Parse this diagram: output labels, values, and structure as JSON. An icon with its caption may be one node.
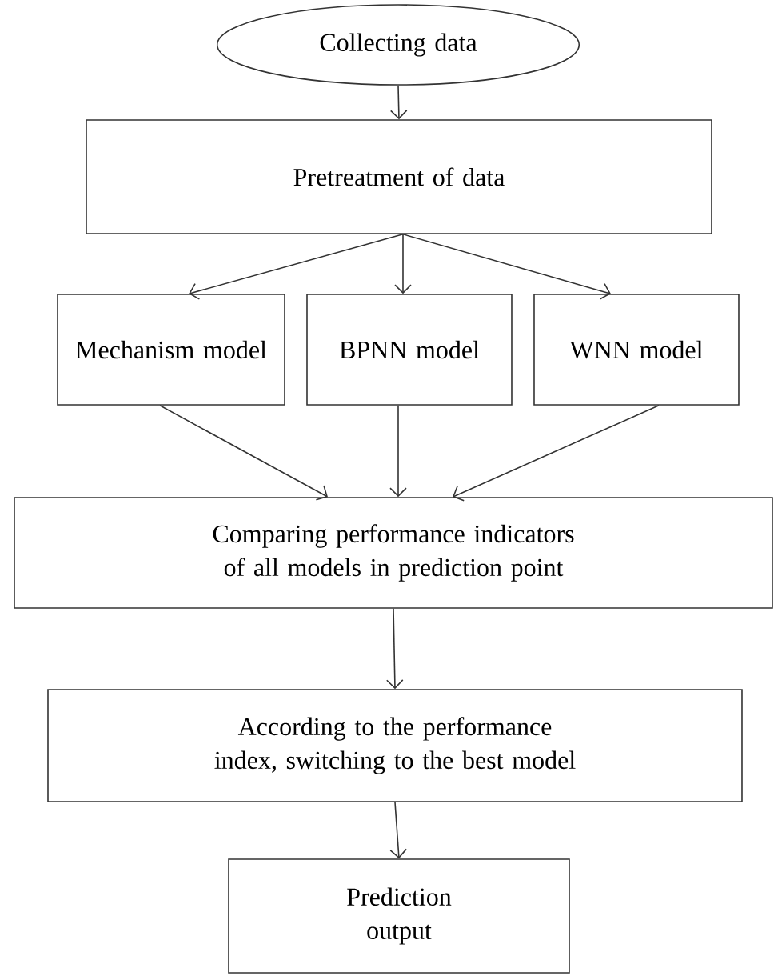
{
  "diagram": {
    "nodes": [
      {
        "text": [
          "Collecting data"
        ]
      },
      {
        "text": [
          "Pretreatment of data"
        ]
      },
      {
        "text": [
          "Mechanism model"
        ]
      },
      {
        "text": [
          "BPNN model"
        ]
      },
      {
        "text": [
          "WNN model"
        ]
      },
      {
        "text": [
          "Comparing performance indicators of all models in prediction point"
        ]
      },
      {
        "text": [
          "According to the performance index, switching to the best model"
        ]
      },
      {
        "text": [
          "Prediction output"
        ]
      }
    ],
    "edges": [
      {
        "from": 0,
        "to": 1,
        "arrow": "to"
      },
      {
        "from": 1,
        "to": 2,
        "arrow": "to"
      },
      {
        "from": 1,
        "to": 3,
        "arrow": "to"
      },
      {
        "from": 1,
        "to": 4,
        "arrow": "to"
      },
      {
        "from": 2,
        "to": 5,
        "arrow": "to"
      },
      {
        "from": 3,
        "to": 5,
        "arrow": "to"
      },
      {
        "from": 4,
        "to": 5,
        "arrow": "to"
      },
      {
        "from": 5,
        "to": 6,
        "arrow": "to"
      },
      {
        "from": 6,
        "to": 7,
        "arrow": "to"
      }
    ]
  }
}
